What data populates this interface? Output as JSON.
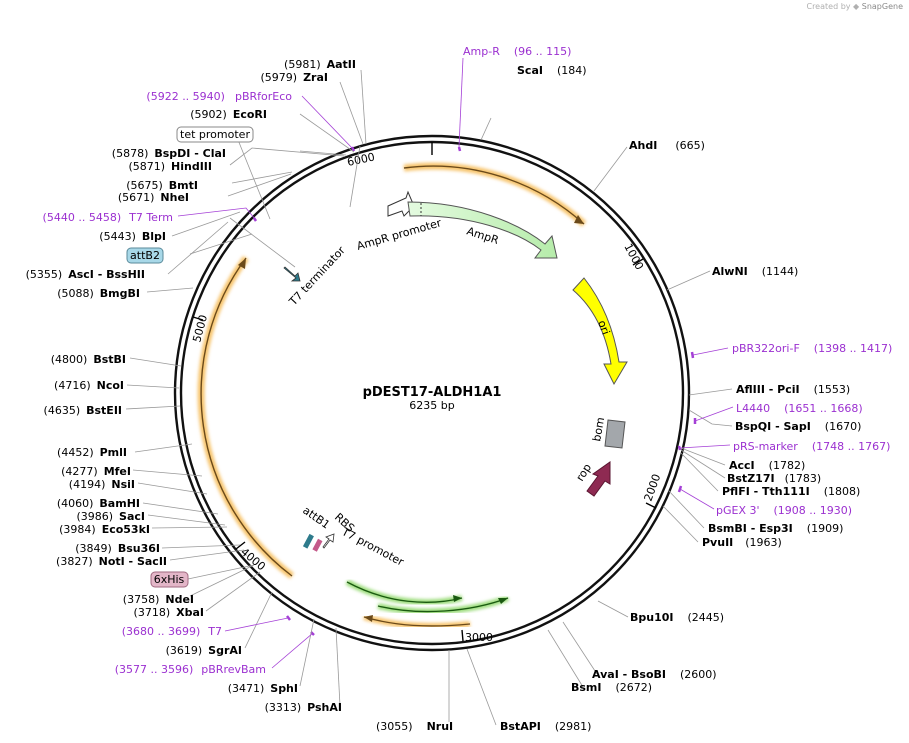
{
  "credit": {
    "prefix": "Created by",
    "brand": "SnapGene"
  },
  "plasmid": {
    "name": "pDEST17-ALDH1A1",
    "size": "6235 bp",
    "length": 6235
  },
  "ruler_ticks": [
    "1000",
    "2000",
    "3000",
    "4000",
    "5000",
    "6000"
  ],
  "sites_right": [
    {
      "num": "(665)",
      "name": "AhdI"
    },
    {
      "num": "(1144)",
      "name": "AlwNI"
    },
    {
      "num": "(1553)",
      "name": "AflIII  - PciI"
    },
    {
      "num": "(1670)",
      "name": "BspQI  - SapI"
    },
    {
      "num": "(1782)",
      "name": "AccI"
    },
    {
      "num": "(1783)",
      "name": "BstZ17I"
    },
    {
      "num": "(1808)",
      "name": "PflFI  - Tth111I"
    },
    {
      "num": "(1909)",
      "name": "BsmBI  - Esp3I"
    },
    {
      "num": "(1963)",
      "name": "PvuII"
    },
    {
      "num": "(2445)",
      "name": "Bpu10I"
    },
    {
      "num": "(2600)",
      "name": "AvaI  - BsoBI"
    },
    {
      "num": "(2672)",
      "name": "BsmI"
    },
    {
      "num": "(2981)",
      "name": "BstAPI"
    },
    {
      "num": "(3055)",
      "name": "NruI"
    },
    {
      "num": "(184)",
      "name": "ScaI"
    }
  ],
  "sites_left": [
    {
      "num": "(5981)",
      "name": "AatII"
    },
    {
      "num": "(5979)",
      "name": "ZraI"
    },
    {
      "num": "(5902)",
      "name": "EcoRI"
    },
    {
      "num": "(5878)",
      "name": "BspDI  - ClaI"
    },
    {
      "num": "(5871)",
      "name": "HindIII"
    },
    {
      "num": "(5675)",
      "name": "BmtI"
    },
    {
      "num": "(5671)",
      "name": "NheI"
    },
    {
      "num": "(5443)",
      "name": "BlpI"
    },
    {
      "num": "(5355)",
      "name": "AscI  - BssHII"
    },
    {
      "num": "(5088)",
      "name": "BmgBI"
    },
    {
      "num": "(4800)",
      "name": "BstBI"
    },
    {
      "num": "(4716)",
      "name": "NcoI"
    },
    {
      "num": "(4635)",
      "name": "BstEII"
    },
    {
      "num": "(4452)",
      "name": "PmlI"
    },
    {
      "num": "(4277)",
      "name": "MfeI"
    },
    {
      "num": "(4194)",
      "name": "NsiI"
    },
    {
      "num": "(4060)",
      "name": "BamHI"
    },
    {
      "num": "(3986)",
      "name": "SacI"
    },
    {
      "num": "(3984)",
      "name": "Eco53kI"
    },
    {
      "num": "(3849)",
      "name": "Bsu36I"
    },
    {
      "num": "(3827)",
      "name": "NotI  - SacII"
    },
    {
      "num": "(3758)",
      "name": "NdeI"
    },
    {
      "num": "(3718)",
      "name": "XbaI"
    },
    {
      "num": "(3619)",
      "name": "SgrAI"
    },
    {
      "num": "(3471)",
      "name": "SphI"
    },
    {
      "num": "(3313)",
      "name": "PshAI"
    }
  ],
  "primers": [
    {
      "name": "Amp-R",
      "range": "(96 .. 115)"
    },
    {
      "name": "pBR322ori-F",
      "range": "(1398 .. 1417)"
    },
    {
      "name": "L4440",
      "range": "(1651 .. 1668)"
    },
    {
      "name": "pRS-marker",
      "range": "(1748 .. 1767)"
    },
    {
      "name": "pGEX 3'",
      "range": "(1908 .. 1930)"
    },
    {
      "name": "pBRforEco",
      "range": "(5922 .. 5940)"
    },
    {
      "name": "T7 Term",
      "range": "(5440 .. 5458)"
    },
    {
      "name": "T7",
      "range": "(3680 .. 3699)"
    },
    {
      "name": "pBRrevBam",
      "range": "(3577 .. 3596)"
    }
  ],
  "boxed_labels": {
    "tet": "tet promoter",
    "attB2": "attB2",
    "his": "6xHis"
  },
  "features": {
    "ampr_promoter": "AmpR promoter",
    "ampr": "AmpR",
    "ori": "ori",
    "bom": "bom",
    "rop": "rop",
    "t7_terminator": "T7 terminator",
    "attB1": "attB1",
    "rbs": "RBS",
    "t7_promoter": "T7 promoter"
  },
  "colors": {
    "backbone": "#111111",
    "orf": "#f5c26b",
    "ampr": "#c6f5c0",
    "ori": "#ffff00",
    "bom": "#a0a4a8",
    "rop": "#8e2a52",
    "his_box": "#e3b6c8",
    "attb2_box": "#a8d8e8",
    "primer": "#9b30d0"
  }
}
